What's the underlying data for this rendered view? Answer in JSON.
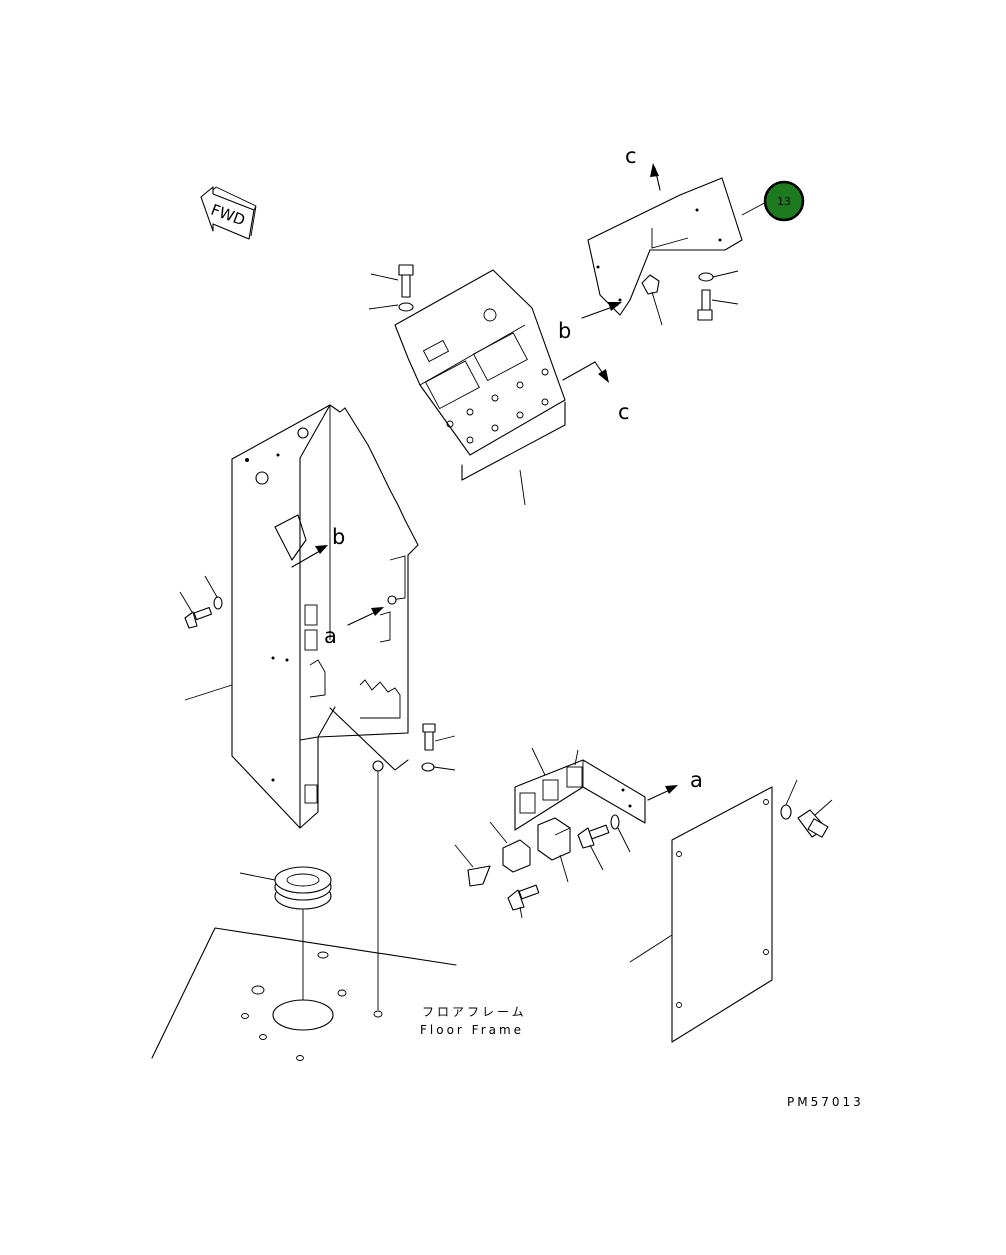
{
  "fwd_label": "FWD",
  "callouts": {
    "a": "a",
    "b": "b",
    "c": "c"
  },
  "floor_frame": {
    "japanese": "フロアフレーム",
    "english": "Floor Frame"
  },
  "part_code": "PM57013",
  "badge": {
    "number": "13",
    "color": "#1e7a1e"
  }
}
